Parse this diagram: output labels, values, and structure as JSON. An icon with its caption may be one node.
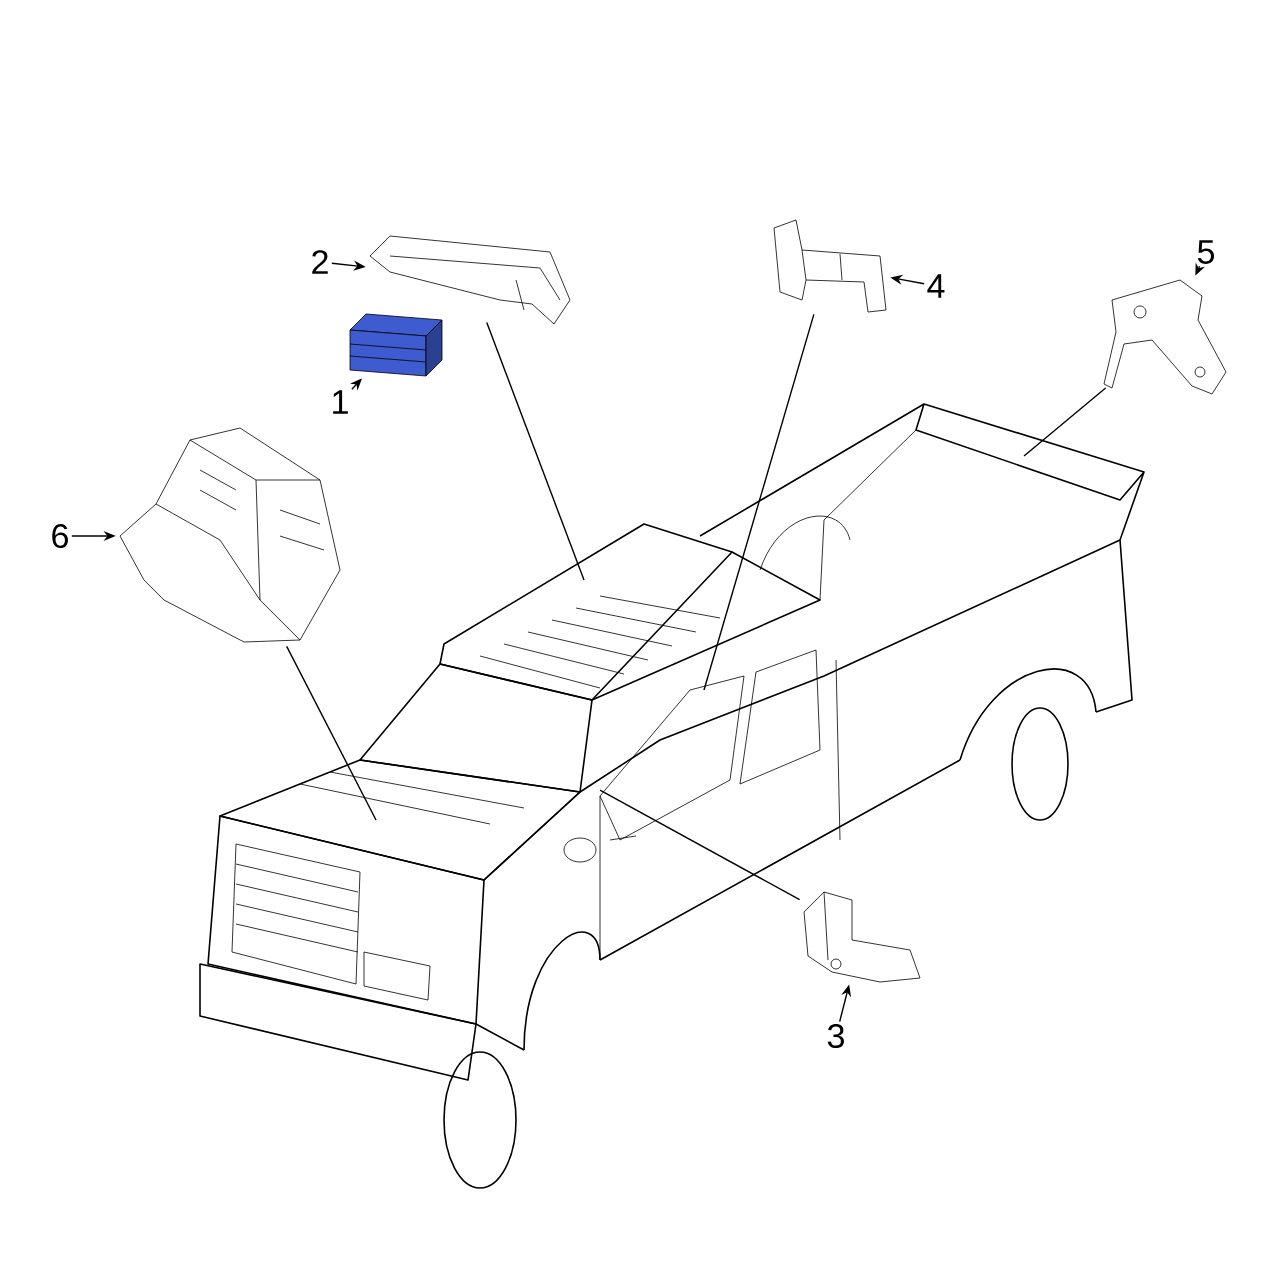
{
  "diagram": {
    "nodes": [
      {
        "text": [
          "1"
        ]
      },
      {
        "text": [],
        "shape": "picture"
      },
      {
        "text": [
          "2"
        ]
      },
      {
        "text": [],
        "shape": "picture"
      },
      {
        "text": [
          "4"
        ]
      },
      {
        "text": [],
        "shape": "picture"
      },
      {
        "text": [
          "5"
        ]
      },
      {
        "text": [],
        "shape": "picture"
      },
      {
        "text": [
          "6"
        ]
      },
      {
        "text": [],
        "shape": "picture"
      },
      {
        "text": [],
        "shape": "picture"
      },
      {
        "text": [
          "3"
        ],
        "in": 10
      },
      {
        "text": [],
        "shape": "picture",
        "in": 10
      }
    ],
    "edges": [
      {
        "from": 0,
        "to": 1,
        "arrow": "to"
      },
      {
        "from": 2,
        "to": 3,
        "arrow": "to"
      },
      {
        "from": 4,
        "to": 5,
        "arrow": "to"
      },
      {
        "from": 6,
        "to": 7,
        "arrow": "to"
      },
      {
        "from": 8,
        "to": 9,
        "arrow": "to"
      },
      {
        "from": 11,
        "to": 12,
        "arrow": "to"
      },
      {
        "from": 3,
        "to": 10,
        "arrow": "none"
      },
      {
        "from": 5,
        "to": 10,
        "arrow": "none"
      },
      {
        "from": 7,
        "to": 10,
        "arrow": "none"
      },
      {
        "from": 9,
        "to": 10,
        "arrow": "none"
      },
      {
        "from": 12,
        "to": 10,
        "arrow": "none"
      }
    ]
  }
}
